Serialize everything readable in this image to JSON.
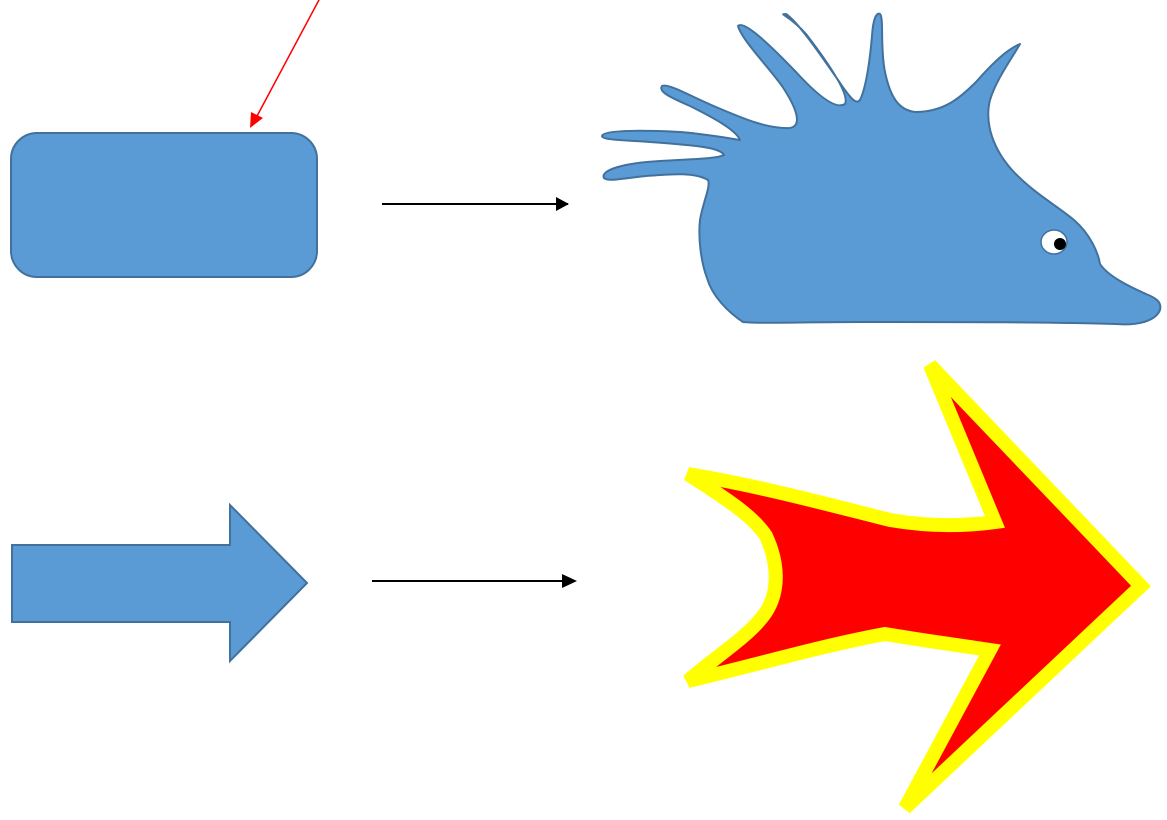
{
  "colors": {
    "background": "#ffffff",
    "shape_fill": "#5b9bd5",
    "shape_stroke": "#41719c",
    "connector": "#000000",
    "pointer": "#ff0000",
    "arrow_fill": "#ff0000",
    "arrow_outline": "#ffff00"
  },
  "rows": [
    {
      "before_shape": "rounded-rectangle",
      "after_shape": "spiky-creature",
      "connector": "arrow-right"
    },
    {
      "before_shape": "block-arrow",
      "after_shape": "warped-block-arrow",
      "connector": "arrow-right"
    }
  ],
  "pointer_arrow": "red-pointer-arrow"
}
